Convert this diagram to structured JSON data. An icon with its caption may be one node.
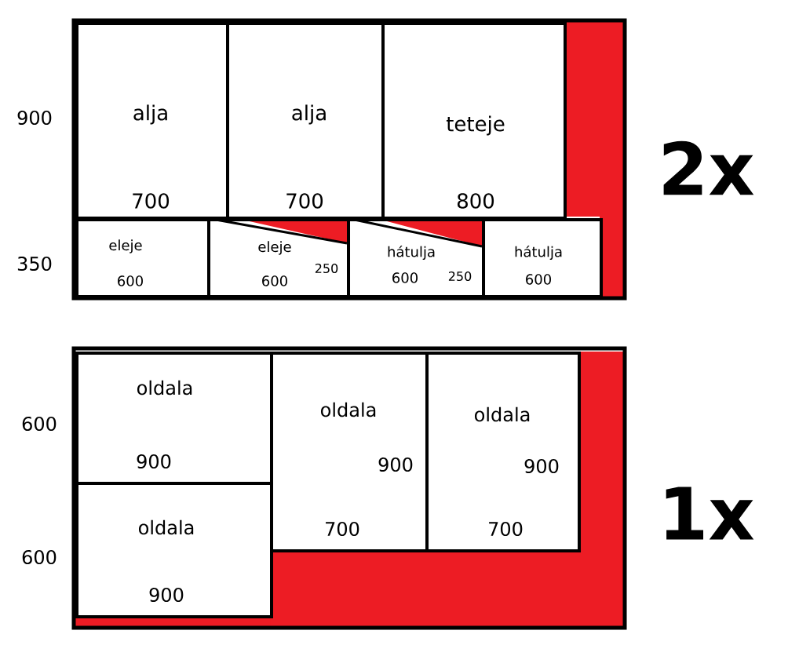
{
  "diagram": {
    "nodes": [
      {
        "text": [
          "alja",
          "700"
        ]
      },
      {
        "text": [
          "alja",
          "700"
        ]
      },
      {
        "text": [
          "teteje",
          "800"
        ]
      },
      {
        "text": [
          "eleje",
          "600"
        ]
      },
      {
        "text": [
          "eleje",
          "600",
          "250"
        ]
      },
      {
        "text": [
          "hátulja",
          "600",
          "250"
        ]
      },
      {
        "text": [
          "hátulja",
          "600"
        ]
      },
      {
        "text": [
          "oldala",
          "900"
        ]
      },
      {
        "text": [
          "oldala",
          "900",
          "700"
        ]
      },
      {
        "text": [
          "oldala",
          "900",
          "700"
        ]
      },
      {
        "text": [
          "oldala",
          "900"
        ]
      }
    ],
    "labels": [
      "900",
      "350",
      "2x",
      "600",
      "600",
      "1x"
    ]
  }
}
